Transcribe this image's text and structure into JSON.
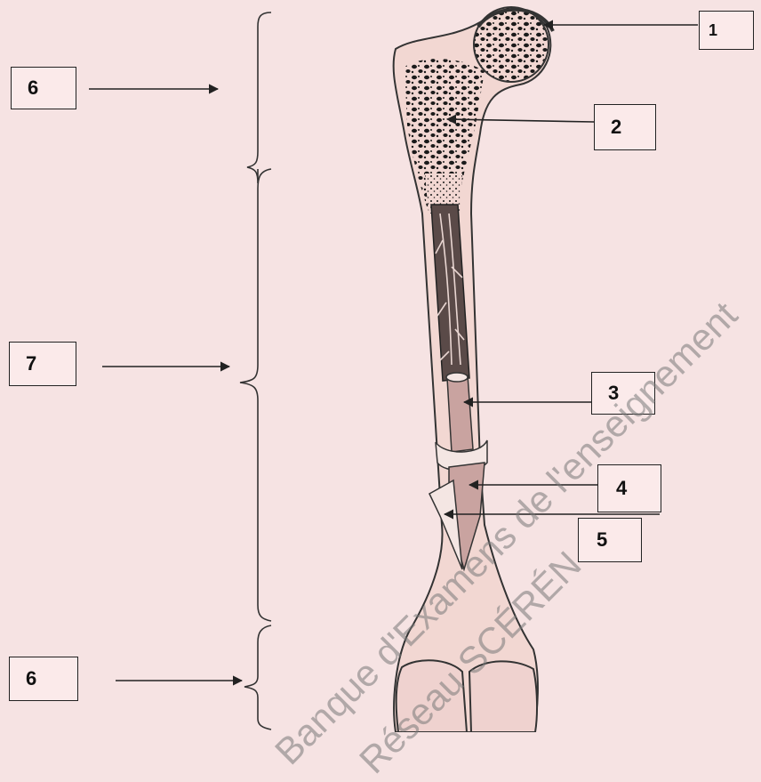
{
  "labels": {
    "l1": "1",
    "l2": "2",
    "l3": "3",
    "l4": "4",
    "l5": "5",
    "l6_top": "6",
    "l7": "7",
    "l6_bottom": "6"
  },
  "watermark": {
    "line1": "Banque d'Examens de l'enseignement",
    "line2": "Réseau SCÉRÉN"
  },
  "colors": {
    "background": "#f6e3e3",
    "bone": "#f2d7d2",
    "spongy": "#1a1a1a",
    "marrow": "#c9a3a0",
    "label_border": "#222222"
  }
}
